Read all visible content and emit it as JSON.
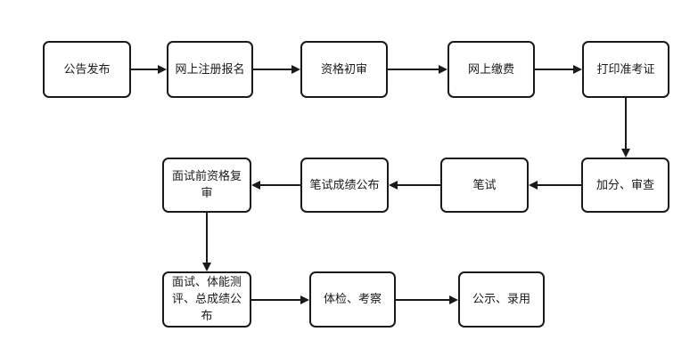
{
  "colors": {
    "line": "#1a1a1a",
    "node_border": "#1a1a1a",
    "node_fill": "#ffffff",
    "background": "#ffffff",
    "text": "#1a1a1a"
  },
  "flowchart": {
    "nodes": [
      {
        "id": "announcement-release",
        "label": "公告发布"
      },
      {
        "id": "online-registration",
        "label": "网上注册报名"
      },
      {
        "id": "qualification-initial-review",
        "label": "资格初审"
      },
      {
        "id": "online-payment",
        "label": "网上缴费"
      },
      {
        "id": "print-admission-ticket",
        "label": "打印准考证"
      },
      {
        "id": "bonus-points-review",
        "label": "加分、审查"
      },
      {
        "id": "written-exam",
        "label": "笔试"
      },
      {
        "id": "written-exam-results",
        "label": "笔试成绩公布"
      },
      {
        "id": "pre-interview-qualification-recheck",
        "label": "面试前资格复\n审"
      },
      {
        "id": "interview-fitness-total-results",
        "label": "面试、体能测\n评、总成绩公\n布"
      },
      {
        "id": "medical-check-inspection",
        "label": "体检、考察"
      },
      {
        "id": "public-notice-employment",
        "label": "公示、录用"
      }
    ],
    "edges": [
      {
        "from": "announcement-release",
        "to": "online-registration",
        "direction": "right"
      },
      {
        "from": "online-registration",
        "to": "qualification-initial-review",
        "direction": "right"
      },
      {
        "from": "qualification-initial-review",
        "to": "online-payment",
        "direction": "right"
      },
      {
        "from": "online-payment",
        "to": "print-admission-ticket",
        "direction": "right"
      },
      {
        "from": "print-admission-ticket",
        "to": "bonus-points-review",
        "direction": "down"
      },
      {
        "from": "bonus-points-review",
        "to": "written-exam",
        "direction": "left"
      },
      {
        "from": "written-exam",
        "to": "written-exam-results",
        "direction": "left"
      },
      {
        "from": "written-exam-results",
        "to": "pre-interview-qualification-recheck",
        "direction": "left"
      },
      {
        "from": "pre-interview-qualification-recheck",
        "to": "interview-fitness-total-results",
        "direction": "down"
      },
      {
        "from": "interview-fitness-total-results",
        "to": "medical-check-inspection",
        "direction": "right"
      },
      {
        "from": "medical-check-inspection",
        "to": "public-notice-employment",
        "direction": "right"
      }
    ]
  }
}
